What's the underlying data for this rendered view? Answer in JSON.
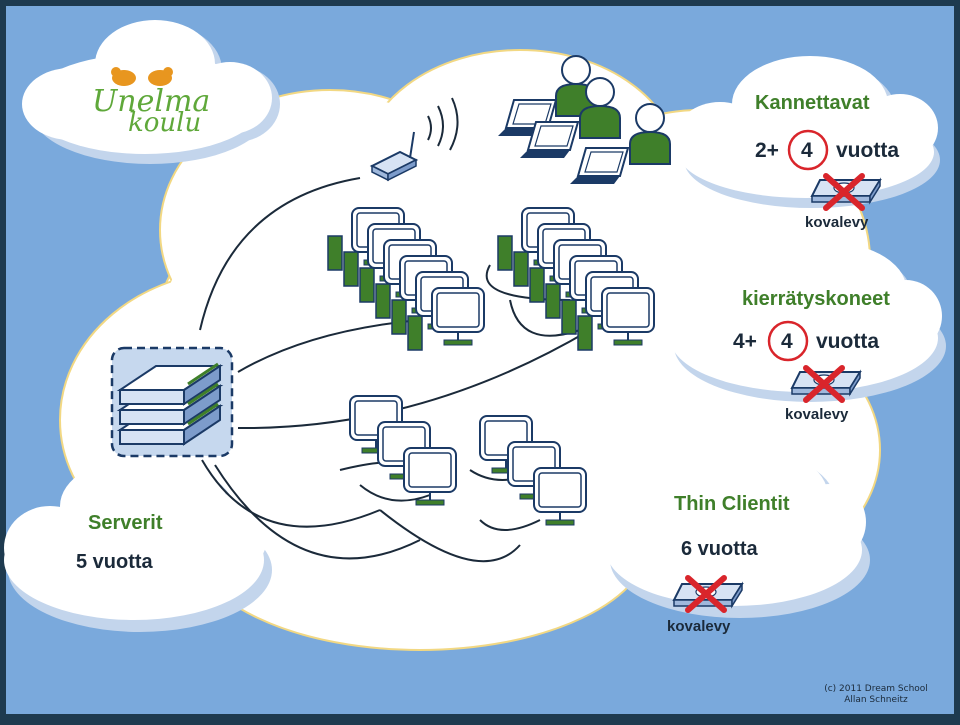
{
  "logo": {
    "line1": "Unelma",
    "line2": "koulu"
  },
  "laptops": {
    "title": "Kannettavat",
    "prefix": "2+",
    "years": "4",
    "suffix": "vuotta",
    "disk": "kovalevy"
  },
  "recycled": {
    "title": "kierrätyskoneet",
    "prefix": "4+",
    "years": "4",
    "suffix": "vuotta",
    "disk": "kovalevy"
  },
  "thin_clients": {
    "title": "Thin Clientit",
    "lifespan": "6 vuotta",
    "disk": "kovalevy"
  },
  "servers": {
    "title": "Serverit",
    "lifespan": "5 vuotta"
  },
  "credit": {
    "line1": "(c) 2011 Dream School",
    "line2": "Allan Schneitz"
  },
  "colors": {
    "sky": "#7aa9dc",
    "cloud": "#ffffff",
    "accent_green": "#3f7f2a",
    "circle_red": "#d9252b",
    "device_blue": "#1b3a66"
  }
}
